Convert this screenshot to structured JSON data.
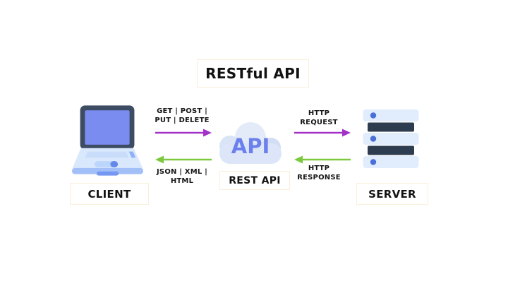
{
  "title": "RESTful API",
  "client": {
    "label": "CLIENT"
  },
  "api": {
    "cloud_text": "API",
    "label": "REST API"
  },
  "server": {
    "label": "SERVER"
  },
  "flows": {
    "request_methods": {
      "line1": "GET | POST |",
      "line2": "PUT | DELETE"
    },
    "response_formats": {
      "line1": "JSON | XML |",
      "line2": "HTML"
    },
    "http_request": {
      "line1": "HTTP",
      "line2": "REQUEST"
    },
    "http_response": {
      "line1": "HTTP",
      "line2": "RESPONSE"
    }
  },
  "colors": {
    "request_arrow": "#a232c8",
    "response_arrow": "#7cc93e",
    "api_text": "#6b80ec",
    "label_text": "#141414",
    "label_box_border": "#fbeeda",
    "laptop_screen": "#7b8cf0",
    "laptop_bezel": "#3e4c63",
    "server_dark_bar": "#2e3c50",
    "server_light_bar": "#e1edfd"
  }
}
